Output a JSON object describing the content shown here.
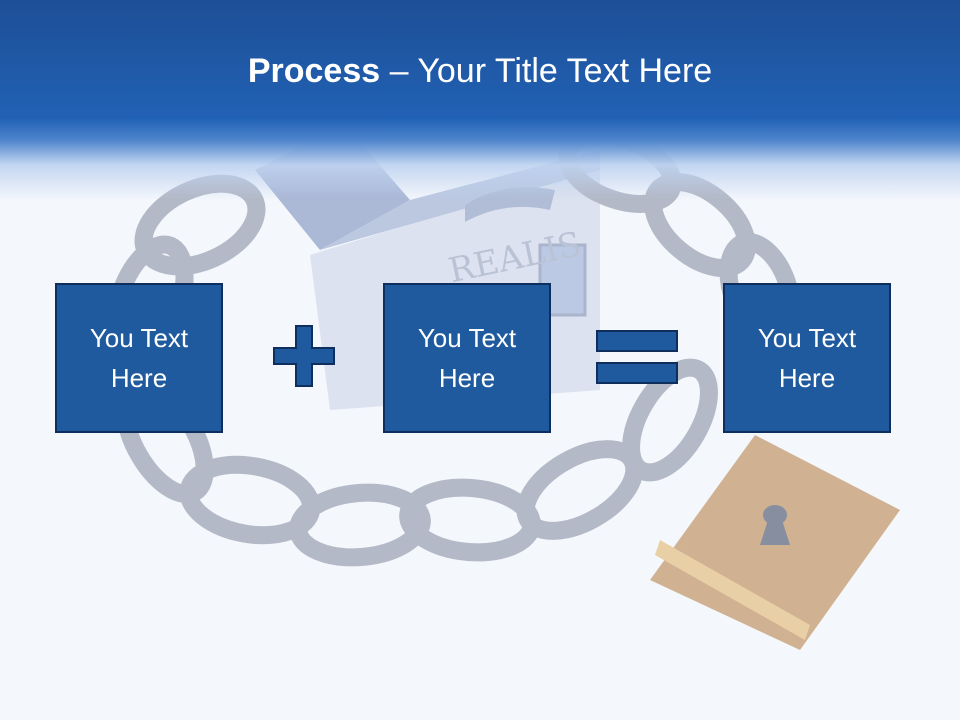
{
  "slide": {
    "title_bold": "Process",
    "title_rest": " – Your Title Text Here",
    "boxes": [
      {
        "text": "You Text Here"
      },
      {
        "text": "You Text Here"
      },
      {
        "text": "You Text Here"
      }
    ],
    "operators": [
      "plus",
      "equals"
    ],
    "logo_text": "REALIS",
    "colors": {
      "header": "#2161b4",
      "box_fill": "#1f5a9f",
      "box_border": "#0e2f5e",
      "background": "#f4f7fc",
      "text": "#ffffff"
    }
  }
}
